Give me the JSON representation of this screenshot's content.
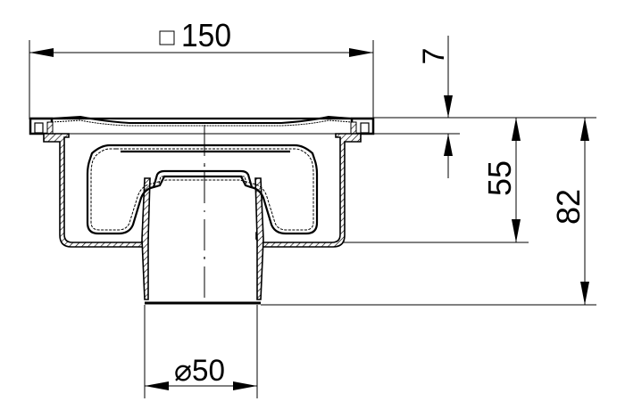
{
  "drawing": {
    "title": "Floor drain cross-section",
    "colors": {
      "line": "#000000",
      "background": "#ffffff"
    },
    "dimensions": {
      "top_width": {
        "symbol": "□",
        "value": "150",
        "label": "□150"
      },
      "grate_depth": {
        "value": "7"
      },
      "body_depth": {
        "value": "55"
      },
      "total_height": {
        "value": "82"
      },
      "outlet_diameter": {
        "symbol": "⌀",
        "value": "50",
        "label": "⌀50"
      }
    }
  }
}
